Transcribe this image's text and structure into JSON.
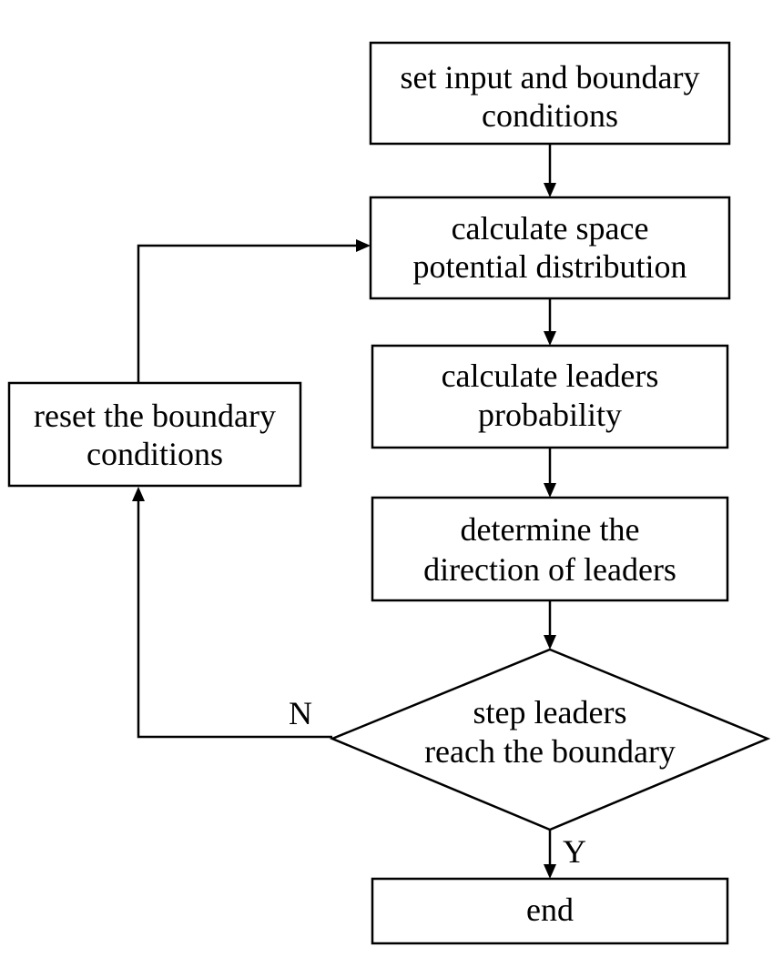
{
  "flowchart": {
    "nodes": {
      "set_input": {
        "line1": "set input and boundary",
        "line2": "conditions"
      },
      "calc_potential": {
        "line1": "calculate space",
        "line2": "potential distribution"
      },
      "calc_probability": {
        "line1": "calculate leaders",
        "line2": "probability"
      },
      "determine_direction": {
        "line1": "determine the",
        "line2": "direction of leaders"
      },
      "decision": {
        "line1": "step leaders",
        "line2": "reach the boundary"
      },
      "reset_boundary": {
        "line1": "reset the boundary",
        "line2": "conditions"
      },
      "end": {
        "line1": "end"
      }
    },
    "branches": {
      "no": "N",
      "yes": "Y"
    }
  }
}
